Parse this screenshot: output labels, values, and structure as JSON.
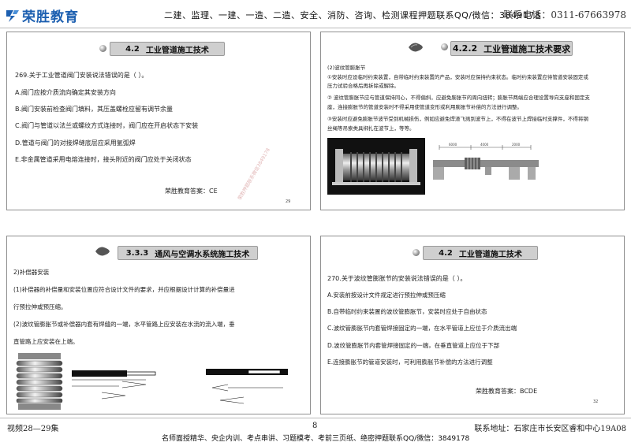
{
  "header": {
    "brand": "荣胜教育",
    "courses": "二建、监理、一建、一造、二造、安全、消防、咨询、检测课程押题联系QQ/微信：3849178",
    "phone": "联系电话：0311-67663978"
  },
  "slide1": {
    "section_num": "4.2",
    "section_title": "工业管道施工技术",
    "question": "269.关于工业管道阀门安装说法错误的是（    ）。",
    "options": [
      "A.阀门应按介质流向确定其安装方向",
      "B.阀门安装前检查阀门填料，其压盖螺栓应留有调节余量",
      "C.阀门与管道以法兰或螺纹方式连接时，阀门应在开启状态下安装",
      "D.管道与阀门的对接焊缝底层应采用氩弧焊",
      "E.非金属管道采用电熔连接时，接头附近的阀门应处于关闭状态"
    ],
    "answer": "荣胜教育答案：CE",
    "page": "29",
    "watermark": "荣胜押题联系微信3849178"
  },
  "slide2": {
    "section_num": "4.2.2",
    "section_title": "工业管道施工技术要求",
    "lines": [
      "(2)波纹管膨胀节",
      "①安装时应设临时约束装置，自带临时约束装置的产品，安装时应保持约束状态。临时约束装置应待管道安装固定或",
      "压力试验合格后再拆除或解除。",
      "② 波纹管膨胀节应与管道保持同心，不得偏斜，应避免膨胀节的周向扭转；膨胀节两端应合理设置导向支座和固定支",
      "座，连接膨胀节的管道安装时不得采用使管道变形或利用膨胀节补偿的方法进行调整。",
      "③安装时应避免膨胀节波节受到机械损伤，例如应避免焊渣飞溅到波节上，不得在波节上焊接临时支撑件，不得将钢",
      "丝绳等吊索类具绑扎在波节上，等等。"
    ],
    "dims": [
      "6000",
      "4000",
      "2000"
    ]
  },
  "slide3": {
    "section_num": "3.3.3",
    "section_title": "通风与空调水系统施工技术",
    "lines": [
      "2)补偿器安装",
      "(1)补偿器的补偿量和安装位置应符合设计文件的要求，并应根据设计计算的补偿量进",
      "行预拉伸或预压缩。",
      "(2)波纹管膨胀节或补偿器内套有焊缝的一端，水平管路上应安装在水流的流入端，垂",
      "直管路上应安装在上端。"
    ]
  },
  "slide4": {
    "section_num": "4.2",
    "section_title": "工业管道施工技术",
    "question": "270.关于波纹管膨胀节的安装说法错误的是（    ）。",
    "options": [
      "A.安装前按设计文件规定进行预拉伸或预压缩",
      "B.自带临时约束装置的波纹管膨胀节，安装时应处于自由状态",
      "C.波纹管膨胀节内套管焊接固定的一端，在水平管道上应位于介质流出端",
      "D.波纹管膨胀节内套管焊接固定的一端，在垂直管道上应位于下部",
      "E.连接膨胀节的管道安装时，可利用膨胀节补偿的方法进行调整"
    ],
    "answer": "荣胜教育答案：BCDE",
    "page": "32"
  },
  "footer": {
    "episode": "视频28—29集",
    "page": "8",
    "address": "联系地址：石家庄市长安区睿和中心19A08",
    "bottom": "名师面授精华、央企内训、考点串讲、习题模考、考前三页纸、绝密押题联系QQ/微信：3849178"
  },
  "colors": {
    "brand": "#1c5fb0",
    "banner": "#cfcfcf"
  }
}
